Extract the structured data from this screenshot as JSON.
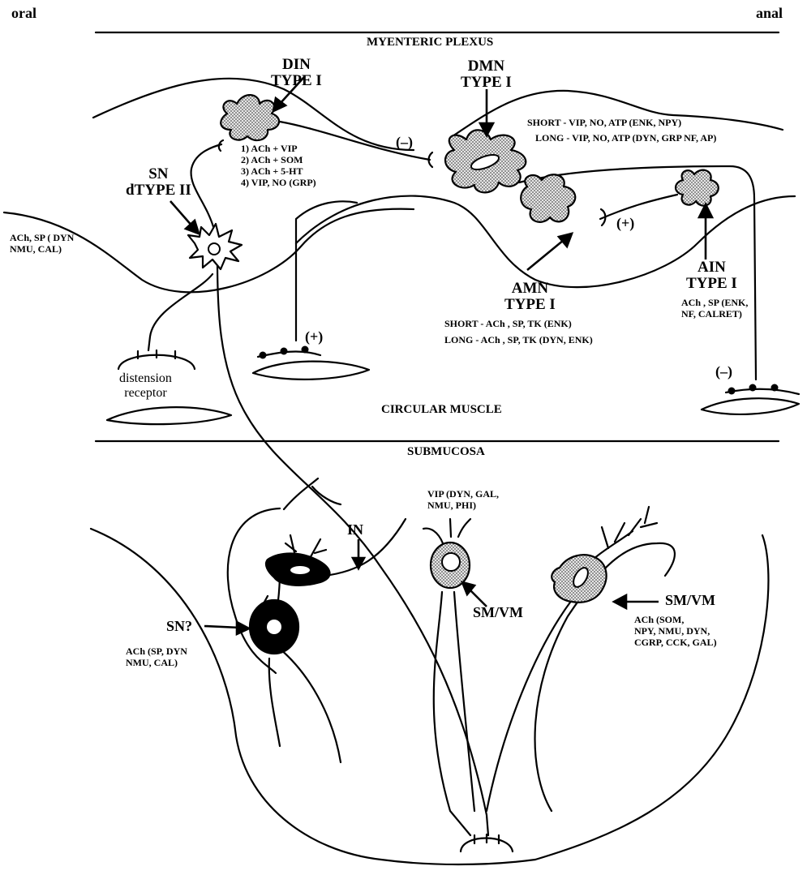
{
  "headers": {
    "oral": "oral",
    "anal": "anal",
    "myenteric": "MYENTERIC PLEXUS",
    "circular": "CIRCULAR MUSCLE",
    "submucosa": "SUBMUCOSA"
  },
  "din": {
    "title": [
      "DIN",
      "TYPE  I"
    ],
    "list": [
      "1) ACh + VIP",
      "2) ACh + SOM",
      "3) ACh + 5-HT",
      "4) VIP, NO (GRP)"
    ]
  },
  "dmn": {
    "title": [
      "DMN",
      "TYPE I"
    ],
    "short": "SHORT - VIP, NO, ATP  (ENK, NPY)",
    "long": "LONG - VIP, NO, ATP  (DYN, GRP NF, AP)"
  },
  "sn_top": {
    "title": [
      "SN",
      "dTYPE II"
    ],
    "chem": [
      "ACh, SP ( DYN",
      "NMU, CAL)"
    ]
  },
  "amn": {
    "title": [
      "AMN",
      "TYPE I"
    ],
    "short": "SHORT - ACh , SP, TK  (ENK)",
    "long": "LONG - ACh , SP, TK  (DYN, ENK)"
  },
  "ain": {
    "title": [
      "AIN",
      "TYPE  I"
    ],
    "chem": [
      "ACh , SP (ENK,",
      "NF, CALRET)"
    ]
  },
  "signs": {
    "din_dmn": "(–)",
    "amn": "(+)",
    "muscle_left": "(+)",
    "muscle_right": "(–)"
  },
  "receptor": [
    "distension",
    "receptor"
  ],
  "submucosa_cells": {
    "vip_chem": [
      "VIP  (DYN, GAL,",
      "NMU, PHI)"
    ],
    "in_label": "IN",
    "smvm_mid": "SM/VM",
    "smvm_right": "SM/VM",
    "smvm_right_chem": [
      "ACh  (SOM,",
      "NPY, NMU, DYN,",
      "CGRP, CCK, GAL)"
    ],
    "sn_q": "SN?",
    "sn_q_chem": [
      "ACh  (SP, DYN",
      "NMU, CAL)"
    ]
  },
  "colors": {
    "ink": "#000000",
    "stipple": "#bdbdbd",
    "paper": "#ffffff"
  }
}
